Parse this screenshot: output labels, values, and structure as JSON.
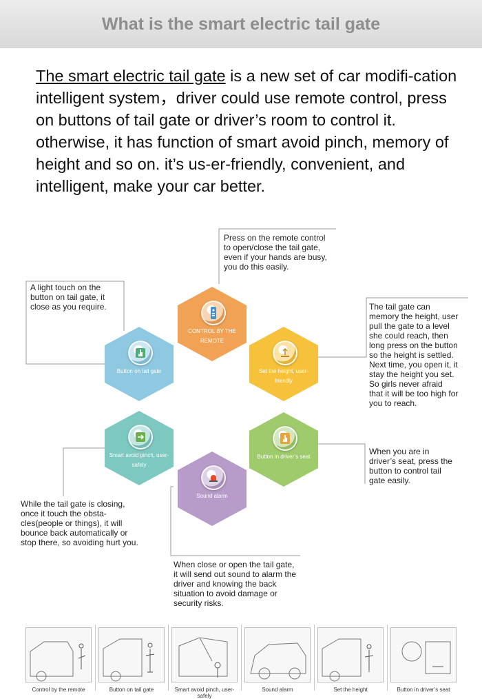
{
  "header": {
    "title": "What is the smart electric tail gate"
  },
  "intro": {
    "term": "The smart electric tail gate",
    "text": " is a new set of car modifi-cation intelligent system，driver could use remote control, press on buttons of tail gate or driver’s room to control it. otherwise, it has function of smart avoid pinch, memory of height and so on. it’s us-er-friendly, convenient, and intelligent, make your car better."
  },
  "colors": {
    "orange": "#f2a254",
    "yellow": "#f6c23b",
    "green": "#9fcb6c",
    "purple": "#b79bc8",
    "teal": "#7dc8c0",
    "lightblue": "#8ec9e1"
  },
  "features": [
    {
      "name": "remote",
      "label": "CONTROL BY THE REMOTE",
      "icon": "remote-control-icon",
      "color": "#f2a254"
    },
    {
      "name": "height",
      "label": "Set the height, user-friendly",
      "icon": "height-adjust-icon",
      "color": "#f6c23b"
    },
    {
      "name": "driver",
      "label": "Button in driver’s seat",
      "icon": "hand-press-icon",
      "color": "#9fcb6c"
    },
    {
      "name": "alarm",
      "label": "Sound alarm",
      "icon": "alarm-light-icon",
      "color": "#b79bc8"
    },
    {
      "name": "pinch",
      "label": "Smart avoid pinch, user-safely",
      "icon": "anti-pinch-hand-icon",
      "color": "#7dc8c0"
    },
    {
      "name": "tailbtn",
      "label": "Button on tail gate",
      "icon": "finger-touch-icon",
      "color": "#8ec9e1"
    }
  ],
  "callouts": {
    "remote": "Press on the remote control to open/close the tail gate, even if your hands are busy, you do this easily.",
    "tailbtn": "A light touch on the button on tail gate, it close as you require.",
    "height": "The tail gate can memory the height, user pull the gate to a level she could reach, then long press on the button so the height is settled. Next time, you open it, it stay the height you set. So girls never afraid that it will be too high for you to reach.",
    "driver": "When you are in driver’s seat, press the button to control tail gate easily.",
    "pinch": "While the tail gate is closing, once it touch the obsta-cles(people or things), it will bounce back automatically or stop there, so avoiding hurt you.",
    "alarm": "When close or open the tail gate, it will send out sound to alarm the driver and knowing the back situation to avoid damage or security risks."
  },
  "thumbnails": [
    {
      "caption": "Control by the remote"
    },
    {
      "caption": "Button on tail  gate"
    },
    {
      "caption": "Smart avoid pinch, user-safely"
    },
    {
      "caption": "Sound alarm"
    },
    {
      "caption": "Set the height"
    },
    {
      "caption": "Button in driver’s seat"
    }
  ]
}
